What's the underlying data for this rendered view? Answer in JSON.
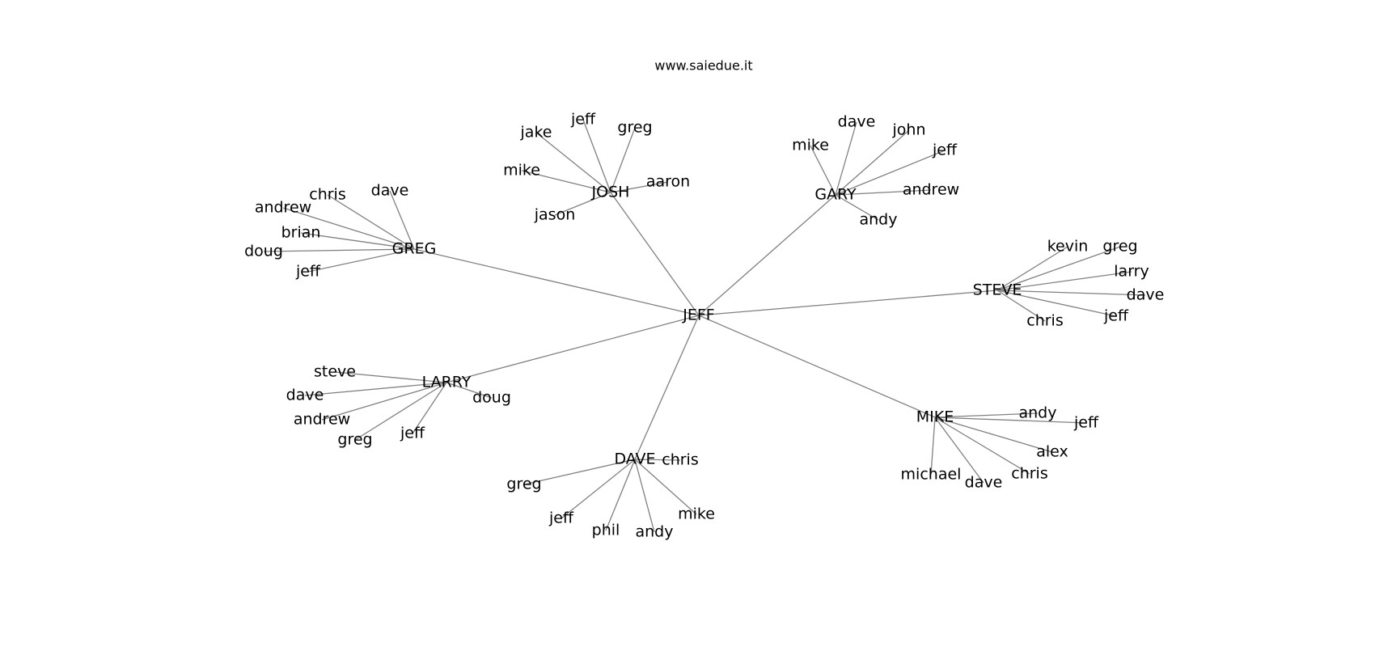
{
  "title": "www.saiedue.it",
  "center": "JEFF",
  "hubs": [
    {
      "name": "JOSH",
      "leaves": [
        "jake",
        "jeff",
        "greg",
        "mike",
        "aaron",
        "jason"
      ]
    },
    {
      "name": "GARY",
      "leaves": [
        "dave",
        "john",
        "mike",
        "jeff",
        "andrew",
        "andy"
      ]
    },
    {
      "name": "GREG",
      "leaves": [
        "dave",
        "chris",
        "andrew",
        "brian",
        "doug",
        "jeff"
      ]
    },
    {
      "name": "STEVE",
      "leaves": [
        "kevin",
        "greg",
        "larry",
        "dave",
        "chris",
        "jeff"
      ]
    },
    {
      "name": "LARRY",
      "leaves": [
        "steve",
        "dave",
        "doug",
        "andrew",
        "jeff",
        "greg"
      ]
    },
    {
      "name": "MIKE",
      "leaves": [
        "andy",
        "jeff",
        "alex",
        "michael",
        "chris",
        "dave"
      ]
    },
    {
      "name": "DAVE",
      "leaves": [
        "chris",
        "greg",
        "mike",
        "jeff",
        "phil",
        "andy"
      ]
    }
  ]
}
